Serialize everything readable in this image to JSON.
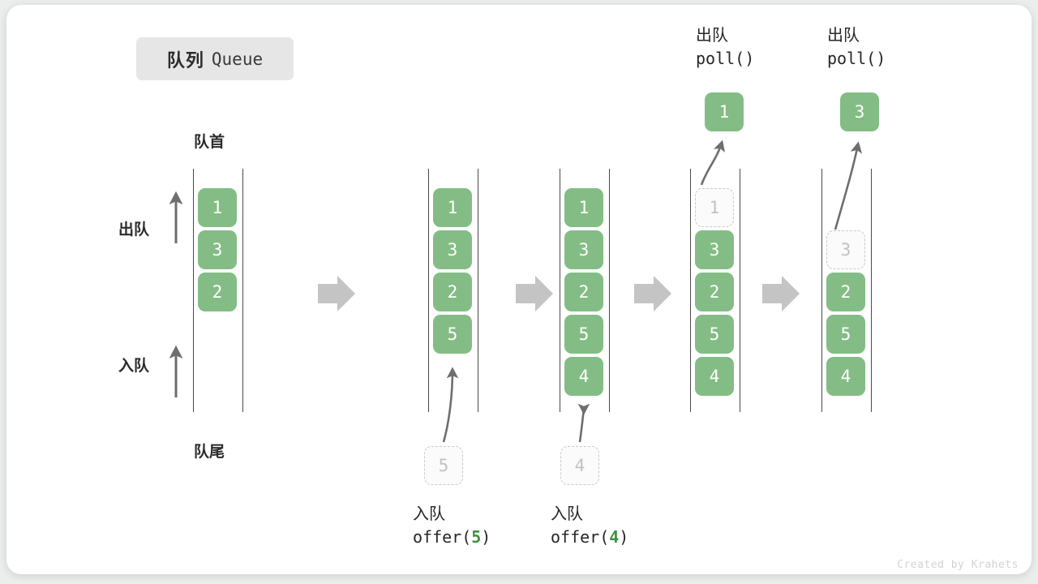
{
  "title": {
    "cn": "队列",
    "en": "Queue"
  },
  "labels": {
    "head": "队首",
    "tail": "队尾",
    "dequeue_side": "出队",
    "enqueue_side": "入队"
  },
  "colors": {
    "element": "#83bd85",
    "ghost_border": "#c9c9c9",
    "ghost_text": "#c2c2c2",
    "arrow": "#6e6e6e",
    "step_arrow": "#c4c4c4",
    "code_number": "#3f9142",
    "background": "#ffffff"
  },
  "columns": [
    {
      "name": "initial-queue",
      "cells": [
        {
          "value": "1",
          "state": "filled"
        },
        {
          "value": "3",
          "state": "filled"
        },
        {
          "value": "2",
          "state": "filled"
        }
      ]
    },
    {
      "name": "after-offer-5",
      "cells": [
        {
          "value": "1",
          "state": "filled"
        },
        {
          "value": "3",
          "state": "filled"
        },
        {
          "value": "2",
          "state": "filled"
        },
        {
          "value": "5",
          "state": "filled"
        }
      ]
    },
    {
      "name": "after-offer-4",
      "cells": [
        {
          "value": "1",
          "state": "filled"
        },
        {
          "value": "3",
          "state": "filled"
        },
        {
          "value": "2",
          "state": "filled"
        },
        {
          "value": "5",
          "state": "filled"
        },
        {
          "value": "4",
          "state": "filled"
        }
      ]
    },
    {
      "name": "after-poll-1",
      "cells": [
        {
          "value": "1",
          "state": "ghost"
        },
        {
          "value": "3",
          "state": "filled"
        },
        {
          "value": "2",
          "state": "filled"
        },
        {
          "value": "5",
          "state": "filled"
        },
        {
          "value": "4",
          "state": "filled"
        }
      ]
    },
    {
      "name": "after-poll-3",
      "cells": [
        {
          "value": "",
          "state": "empty"
        },
        {
          "value": "3",
          "state": "ghost"
        },
        {
          "value": "2",
          "state": "filled"
        },
        {
          "value": "5",
          "state": "filled"
        },
        {
          "value": "4",
          "state": "filled"
        }
      ]
    }
  ],
  "operations": {
    "enqueue_5": {
      "cn": "入队",
      "code_prefix": "offer(",
      "code_value": "5",
      "code_suffix": ")",
      "ghost_value": "5"
    },
    "enqueue_4": {
      "cn": "入队",
      "code_prefix": "offer(",
      "code_value": "4",
      "code_suffix": ")",
      "ghost_value": "4"
    },
    "dequeue_1": {
      "cn": "出队",
      "code": "poll()",
      "popped_value": "1"
    },
    "dequeue_3": {
      "cn": "出队",
      "code": "poll()",
      "popped_value": "3"
    }
  },
  "credit": "Created by Krahets"
}
